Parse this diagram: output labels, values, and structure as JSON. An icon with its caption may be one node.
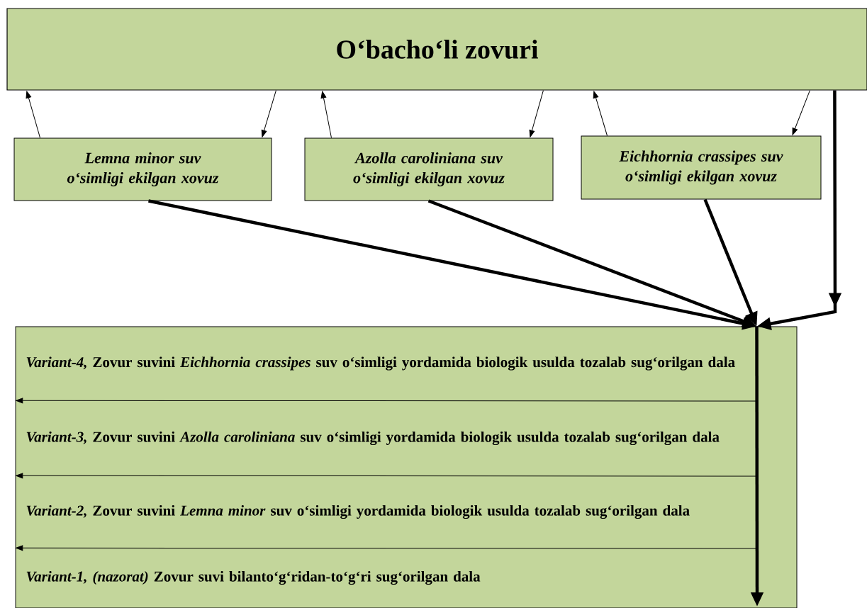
{
  "diagram": {
    "nodes": [
      {
        "text": [
          "O‘bacho‘li zovuri"
        ]
      },
      {
        "text": [
          "Lemna minor suv o‘simligi ekilgan xovuz"
        ]
      },
      {
        "text": [
          "Azolla caroliniana suv o‘simligi ekilgan xovuz"
        ]
      },
      {
        "text": [
          "Eichhornia crassipes suv o‘simligi ekilgan xovuz"
        ]
      },
      {
        "text": [],
        "shape": "box"
      },
      {
        "text": [
          "*Variant-4,* Zovur suvini *Eichhornia crassipes* suv o‘simligi yordamida biologik usulda tozalab sug‘orilgan dala"
        ],
        "in": 4
      },
      {
        "text": [
          "*Variant-3,* Zovur suvini *Azolla caroliniana* suv o‘simligi yordamida biologik usulda tozalab sug‘orilgan dala"
        ],
        "in": 4
      },
      {
        "text": [
          "*Variant-2,* Zovur suvini *Lemna minor* suv o‘simligi yordamida biologik usulda tozalab sug‘orilgan dala"
        ],
        "in": 4
      },
      {
        "text": [
          "*Variant-1, (nazorat)* Zovur suvi bilanto‘g‘ridan-to‘g‘ri sug‘orilgan dala"
        ],
        "in": 4
      }
    ],
    "edges": [
      {
        "from": 1,
        "to": 0,
        "arrow": "to"
      },
      {
        "from": 0,
        "to": 1,
        "arrow": "to"
      },
      {
        "from": 2,
        "to": 0,
        "arrow": "to"
      },
      {
        "from": 0,
        "to": 2,
        "arrow": "to"
      },
      {
        "from": 3,
        "to": 0,
        "arrow": "to"
      },
      {
        "from": 0,
        "to": 3,
        "arrow": "to"
      },
      {
        "from": 1,
        "to": 4,
        "arrow": "to",
        "style": "thick"
      },
      {
        "from": 2,
        "to": 4,
        "arrow": "to",
        "style": "thick"
      },
      {
        "from": 3,
        "to": 4,
        "arrow": "to",
        "style": "thick"
      },
      {
        "from": 0,
        "to": 4,
        "arrow": "to",
        "style": "thick"
      },
      {
        "from": 4,
        "to": null,
        "arrow": "to",
        "style": "thick"
      },
      {
        "from": null,
        "to": 6,
        "arrow": "to"
      },
      {
        "from": null,
        "to": 7,
        "arrow": "to"
      },
      {
        "from": null,
        "to": 8,
        "arrow": "to"
      }
    ]
  }
}
